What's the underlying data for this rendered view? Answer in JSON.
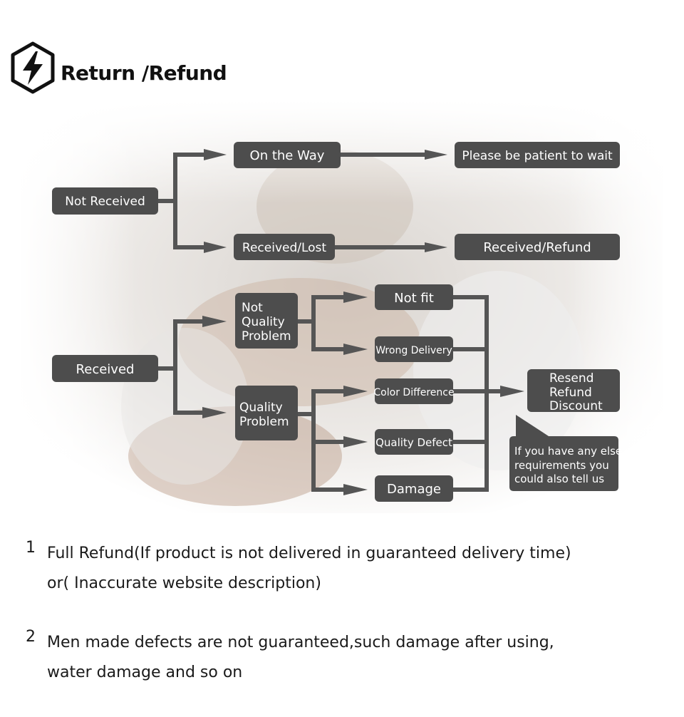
{
  "header": {
    "title": "Return /Refund",
    "logo_icon": "lightning-hexagon-icon"
  },
  "flow": {
    "not_received": "Not Received",
    "on_the_way": "On the Way",
    "please_wait": "Please be patient to wait",
    "received_lost": "Received/Lost",
    "received_refund": "Received/Refund",
    "received": "Received",
    "not_quality_problem": [
      "Not",
      "Quality",
      "Problem"
    ],
    "quality_problem": [
      "Quality",
      "Problem"
    ],
    "not_fit": "Not fit",
    "wrong_delivery": "Wrong Delivery",
    "color_difference": "Color Difference",
    "quality_defect": "Quality Defect",
    "damage": "Damage",
    "outcome": [
      "Resend",
      "Refund",
      "Discount"
    ],
    "callout": [
      "If you have any else",
      "requirements you",
      "could also tell us"
    ]
  },
  "notes": [
    {
      "num": "1",
      "lines": [
        "Full Refund(If product is not delivered in guaranteed delivery time)",
        "or( Inaccurate website description)"
      ]
    },
    {
      "num": "2",
      "lines": [
        "Men made defects are not guaranteed,such damage after using,",
        "water damage and so on"
      ]
    }
  ],
  "colors": {
    "box": "#4d4d4d",
    "connector": "#555555",
    "text": "#ffffff"
  }
}
